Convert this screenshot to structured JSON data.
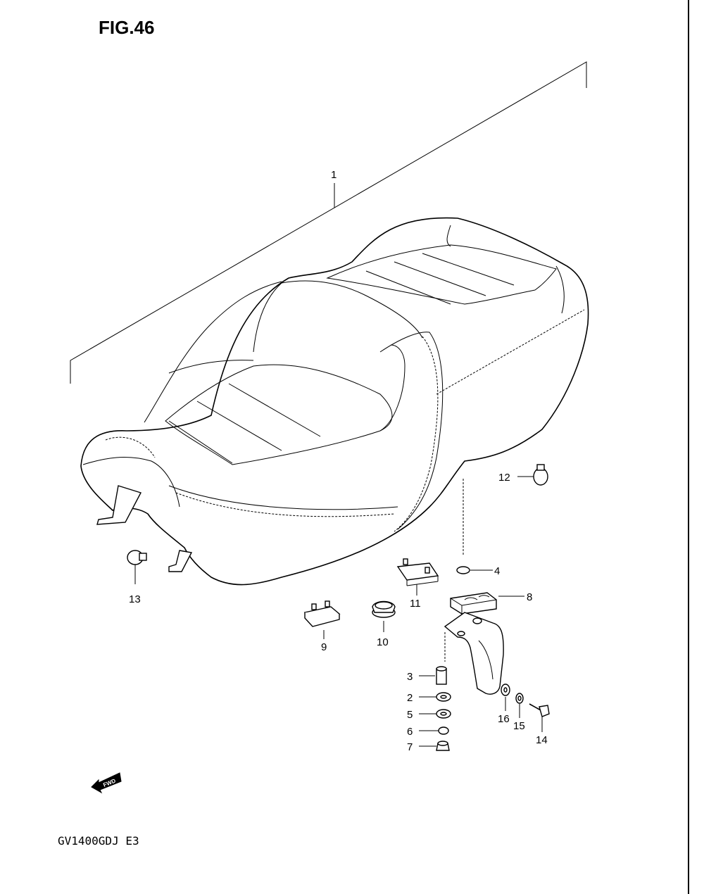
{
  "figure": {
    "title": "FIG.46",
    "model": "GV1400GDJ E3",
    "fwd_label": "FWD"
  },
  "parts": [
    {
      "no": "1",
      "part": "seat"
    },
    {
      "no": "2",
      "part": "washer"
    },
    {
      "no": "3",
      "part": "spacer"
    },
    {
      "no": "4",
      "part": "nut"
    },
    {
      "no": "5",
      "part": "washer"
    },
    {
      "no": "6",
      "part": "nut"
    },
    {
      "no": "7",
      "part": "nut"
    },
    {
      "no": "8",
      "part": "cushion"
    },
    {
      "no": "9",
      "part": "bracket"
    },
    {
      "no": "10",
      "part": "cushion"
    },
    {
      "no": "11",
      "part": "bracket"
    },
    {
      "no": "12",
      "part": "cushion"
    },
    {
      "no": "13",
      "part": "cushion"
    },
    {
      "no": "14",
      "part": "bolt"
    },
    {
      "no": "15",
      "part": "washer"
    },
    {
      "no": "16",
      "part": "washer"
    }
  ]
}
